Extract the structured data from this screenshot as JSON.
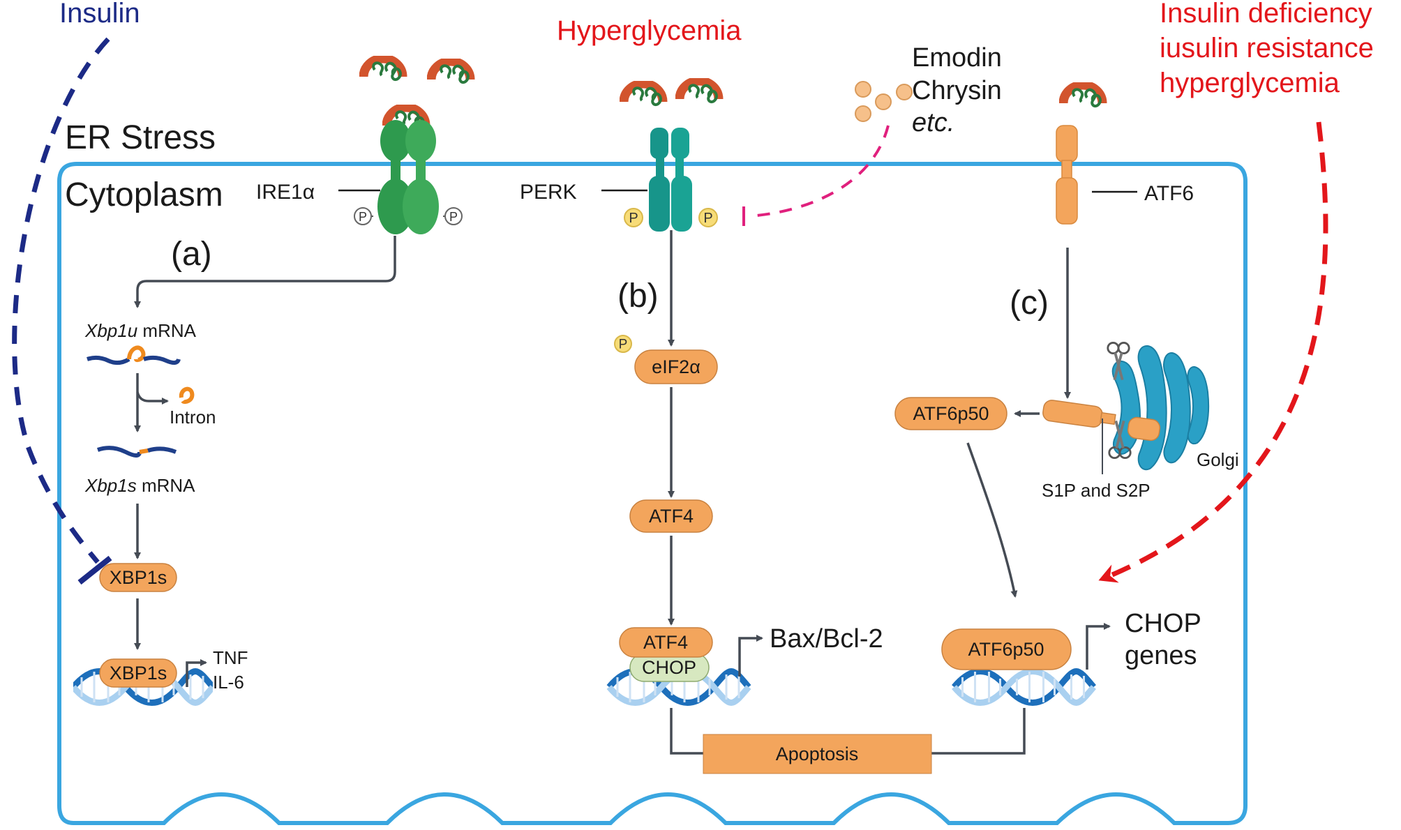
{
  "labels": {
    "insulin": "Insulin",
    "hyperglycemia": "Hyperglycemia",
    "compounds": [
      "Emodin",
      "Chrysin",
      "etc."
    ],
    "right_stimuli": [
      "Insulin deficiency",
      "iusulin resistance",
      "hyperglycemia"
    ],
    "er_stress": "ER Stress",
    "cytoplasm": "Cytoplasm",
    "ire1a": "IRE1α",
    "perk": "PERK",
    "atf6": "ATF6",
    "phospho": "P",
    "branch_a": "(a)",
    "branch_b": "(b)",
    "branch_c": "(c)",
    "xbp1u_gene": "Xbp1u",
    "xbp1s_gene": "Xbp1s",
    "mrna": " mRNA",
    "intron": "Intron",
    "xbp1s": "XBP1s",
    "tnf": "TNF",
    "il6": "IL-6",
    "eif2a": "eIF2α",
    "atf4": "ATF4",
    "chop": "CHOP",
    "bax_bcl2": "Bax/Bcl-2",
    "apoptosis": "Apoptosis",
    "atf6p50": "ATF6p50",
    "golgi": "Golgi",
    "s1p_s2p": "S1P and S2P",
    "chop_genes": [
      "CHOP",
      "genes"
    ]
  },
  "colors": {
    "cell_border": "#3aa6e0",
    "insulin_blue": "#1c2a86",
    "stress_red": "#e3161b",
    "inhibit_magenta": "#e0207d",
    "ire1_green": "#2e9a4e",
    "perk_teal": "#17958a",
    "protein_orange": "#f3a55c",
    "chop_green": "#d7e8c0",
    "golgi_blue": "#2aa0c6",
    "apoptosis_orange": "#f3a55c"
  }
}
